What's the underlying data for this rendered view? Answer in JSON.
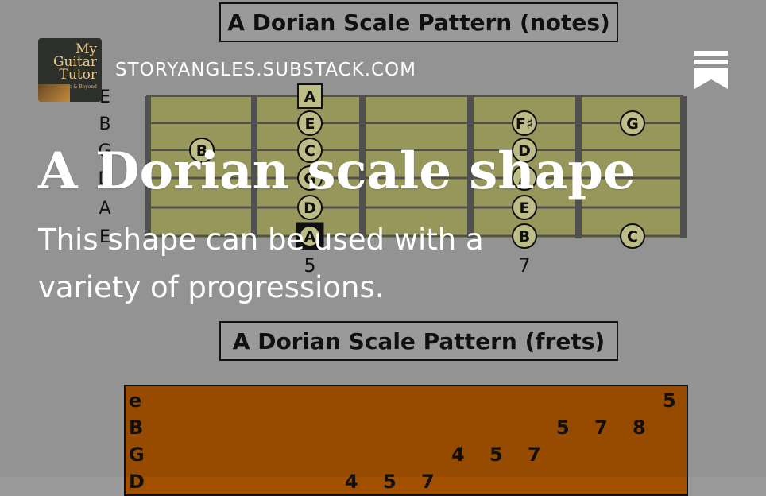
{
  "publication": {
    "name": "STORYANGLES.SUBSTACK.COM",
    "logo_text": "My Guitar Tutor",
    "logo_subtext": "Basics & Beyond"
  },
  "article": {
    "title": "A Dorian scale shape",
    "subtitle": "This shape can be used with a variety of progressions."
  },
  "image": {
    "notes_title": "A Dorian Scale Pattern (notes)",
    "frets_title": "A Dorian Scale Pattern (frets)",
    "string_labels": [
      "E",
      "B",
      "G",
      "D",
      "A",
      "E"
    ],
    "fret_numbers": [
      "5",
      "7"
    ],
    "notes": [
      "A",
      "E",
      "C",
      "G",
      "D",
      "A",
      "F♯",
      "D",
      "A",
      "E",
      "B",
      "G",
      "B",
      "C"
    ],
    "fret_rows": [
      {
        "label": "e",
        "values": [
          "5"
        ]
      },
      {
        "label": "B",
        "values": [
          "5",
          "7",
          "8"
        ]
      },
      {
        "label": "G",
        "values": [
          "4",
          "5",
          "7"
        ]
      },
      {
        "label": "D",
        "values": [
          "4",
          "5",
          "7"
        ]
      }
    ]
  },
  "colors": {
    "background": "#9b9b9b",
    "fretboard": "#a0a060",
    "tab_background": "#a05000",
    "headline_text": "#ffffff"
  },
  "icons": {
    "bookmark": "bookmark-icon"
  }
}
